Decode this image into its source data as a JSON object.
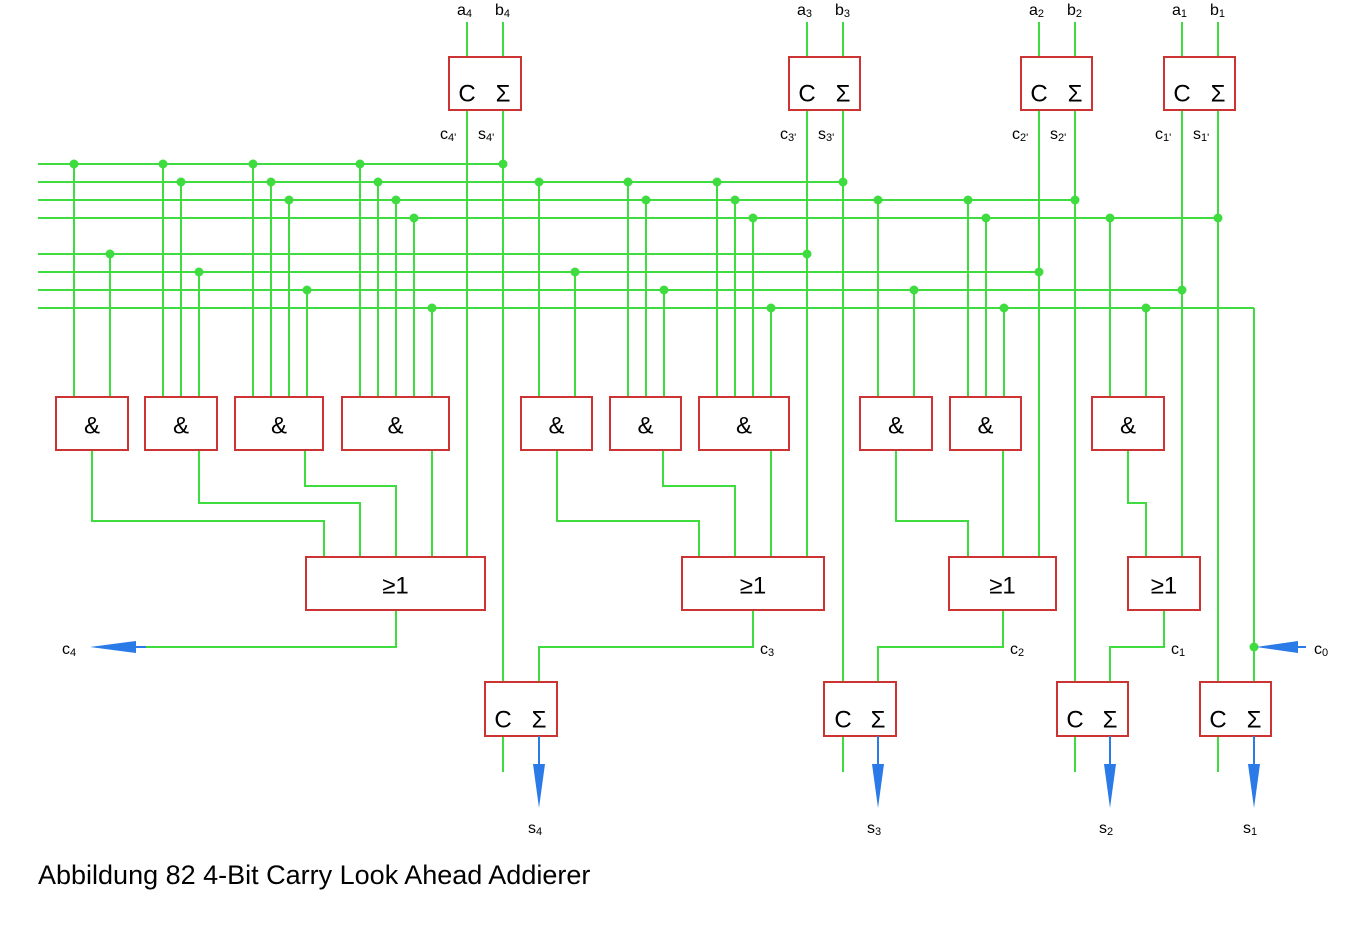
{
  "diagram": {
    "inputs": {
      "bit4": {
        "a": "a",
        "a_index": "4",
        "b": "b",
        "b_index": "4"
      },
      "bit3": {
        "a": "a",
        "a_index": "3",
        "b": "b",
        "b_index": "3"
      },
      "bit2": {
        "a": "a",
        "a_index": "2",
        "b": "b",
        "b_index": "2"
      },
      "bit1": {
        "a": "a",
        "a_index": "1",
        "b": "b",
        "b_index": "1"
      }
    },
    "half_adder_top": {
      "carry": "C",
      "sum": "Σ"
    },
    "half_adder_bottom": {
      "carry": "C",
      "sum": "Σ"
    },
    "intermediate": {
      "bit4": {
        "c": "c",
        "c_index": "4'",
        "s": "s",
        "s_index": "4'"
      },
      "bit3": {
        "c": "c",
        "c_index": "3'",
        "s": "s",
        "s_index": "3'"
      },
      "bit2": {
        "c": "c",
        "c_index": "2'",
        "s": "s",
        "s_index": "2'"
      },
      "bit1": {
        "c": "c",
        "c_index": "1'",
        "s": "s",
        "s_index": "1'"
      }
    },
    "and_gate_symbol": "&",
    "or_gate_symbol": "≥1",
    "carries": {
      "c0": {
        "base": "c",
        "index": "0"
      },
      "c1": {
        "base": "c",
        "index": "1"
      },
      "c2": {
        "base": "c",
        "index": "2"
      },
      "c3": {
        "base": "c",
        "index": "3"
      },
      "c4": {
        "base": "c",
        "index": "4"
      }
    },
    "outputs": {
      "s1": {
        "base": "s",
        "index": "1"
      },
      "s2": {
        "base": "s",
        "index": "2"
      },
      "s3": {
        "base": "s",
        "index": "3"
      },
      "s4": {
        "base": "s",
        "index": "4"
      }
    },
    "colors": {
      "wire": "#3fdc3f",
      "gate_border": "#cc3333",
      "io_arrow": "#2a7ae8"
    }
  },
  "caption": "Abbildung 82 4-Bit Carry Look Ahead Addierer"
}
